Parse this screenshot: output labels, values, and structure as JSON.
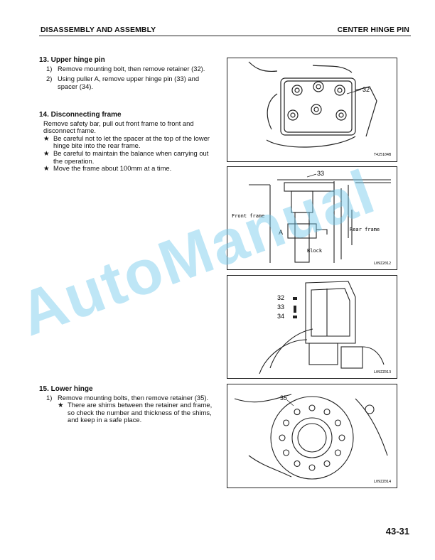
{
  "header": {
    "left": "DISASSEMBLY AND ASSEMBLY",
    "right": "CENTER HINGE PIN"
  },
  "sections": {
    "s13": {
      "title": "13. Upper hinge pin",
      "steps": [
        {
          "num": "1)",
          "text": "Remove mounting bolt, then remove retainer (32)."
        },
        {
          "num": "2)",
          "text": "Using puller A, remove upper hinge pin (33) and spacer (34)."
        }
      ]
    },
    "s14": {
      "title": "14. Disconnecting frame",
      "intro": "Remove safety bar, pull out front frame to front and disconnect frame.",
      "notes": [
        {
          "star": "★",
          "text": "Be careful not to let the spacer at the top of the lower hinge bite into the rear frame."
        },
        {
          "star": "★",
          "text": "Be careful to maintain the balance when carrying out the operation."
        },
        {
          "star": "★",
          "text": "Move the frame about 100mm at a time."
        }
      ]
    },
    "s15": {
      "title": "15. Lower hinge",
      "steps": [
        {
          "num": "1)",
          "text": "Remove mounting bolts, then remove retainer (35)."
        }
      ],
      "notes": [
        {
          "star": "★",
          "text": "There are shims between the retainer and frame, so check the number and thickness of the shims, and keep in a safe place."
        }
      ]
    }
  },
  "figures": {
    "f1": {
      "code": "T425104B",
      "label_32": "32"
    },
    "f2": {
      "code": "L09Z2012",
      "label_33": "33",
      "front_frame": "Front frame",
      "rear_frame": "Rear frame",
      "label_a": "A",
      "block": "Block"
    },
    "f3": {
      "code": "L09ZZ013",
      "label_32": "32",
      "label_33": "33",
      "label_34": "34"
    },
    "f4": {
      "code": "L09ZZ014",
      "label_35": "35"
    }
  },
  "page_number": "43-31",
  "watermark": "AutoManual"
}
